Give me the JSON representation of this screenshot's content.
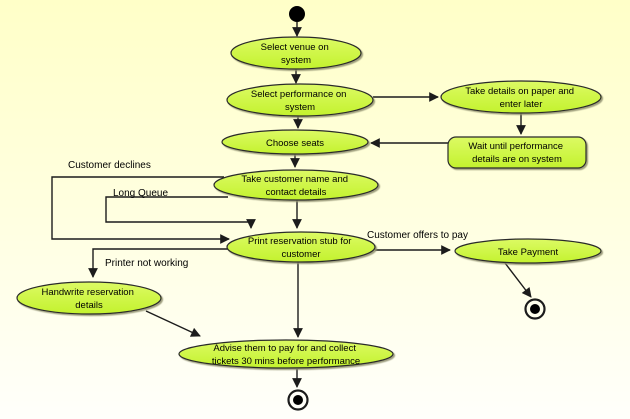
{
  "colors": {
    "bg_top": "#ffffc8",
    "bg_bottom": "#fffffb",
    "node_fill": "#c3f22e",
    "node_fill_light": "#dcfa64",
    "node_border": "#2b2b2b",
    "edge": "#1c1c1c",
    "text": "#000000"
  },
  "nodes": {
    "start": {
      "type": "initial-node"
    },
    "select_venue": {
      "lines": [
        "Select venue on",
        "system"
      ]
    },
    "select_performance": {
      "lines": [
        "Select performance on",
        "system"
      ]
    },
    "take_details": {
      "lines": [
        "Take details on paper and",
        "enter later"
      ]
    },
    "choose_seats": {
      "lines": [
        "Choose seats"
      ]
    },
    "wait_until": {
      "lines": [
        "Wait until performance",
        "details are on system"
      ]
    },
    "take_customer": {
      "lines": [
        "Take customer name and",
        "contact details"
      ]
    },
    "print_stub": {
      "lines": [
        "Print reservation stub for",
        "customer"
      ]
    },
    "take_payment": {
      "lines": [
        "Take Payment"
      ]
    },
    "handwrite": {
      "lines": [
        "Handwrite reservation",
        "details"
      ]
    },
    "advise": {
      "lines": [
        "Advise them to pay for and collect",
        "tickets 30 mins before performance"
      ]
    },
    "end_main": {
      "type": "final-node"
    },
    "end_payment": {
      "type": "final-node"
    }
  },
  "edge_labels": {
    "customer_declines": "Customer declines",
    "long_queue": "Long Queue",
    "printer_not_working": "Printer not working",
    "customer_offers_to_pay": "Customer offers to pay"
  }
}
